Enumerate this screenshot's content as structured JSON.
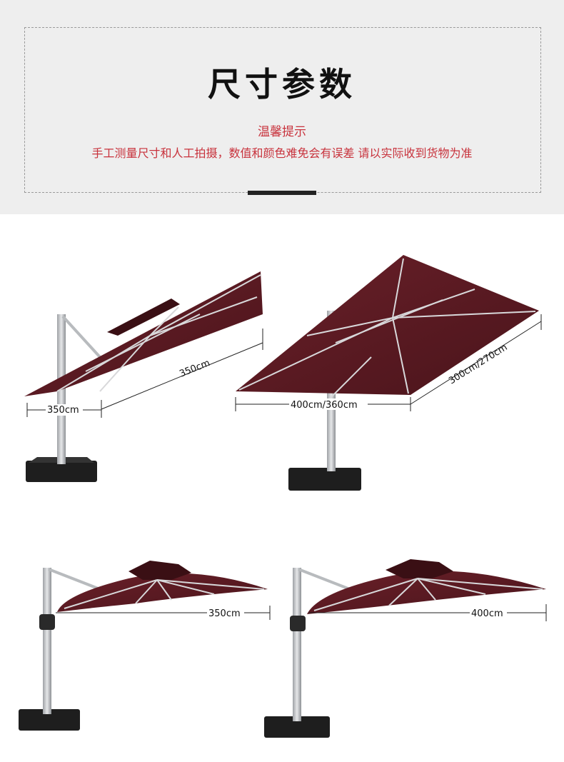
{
  "header": {
    "title": "尺寸参数",
    "tip_title": "温馨提示",
    "tip_text": "手工测量尺寸和人工拍摄，数值和颜色难免会有误差 请以实际收到货物为准"
  },
  "products": [
    {
      "name": "square-umbrella-350",
      "dims": [
        "350cm",
        "350cm"
      ]
    },
    {
      "name": "rect-umbrella-400",
      "dims": [
        "400cm/360cm",
        "300cm/270cm"
      ]
    },
    {
      "name": "round-umbrella-350",
      "dims": [
        "350cm"
      ]
    },
    {
      "name": "round-umbrella-400",
      "dims": [
        "400cm"
      ]
    }
  ],
  "colors": {
    "canopy": "#5a1a22",
    "tip_red": "#c8323c",
    "pole": "#c9cbce",
    "base": "#1e1e1e"
  }
}
